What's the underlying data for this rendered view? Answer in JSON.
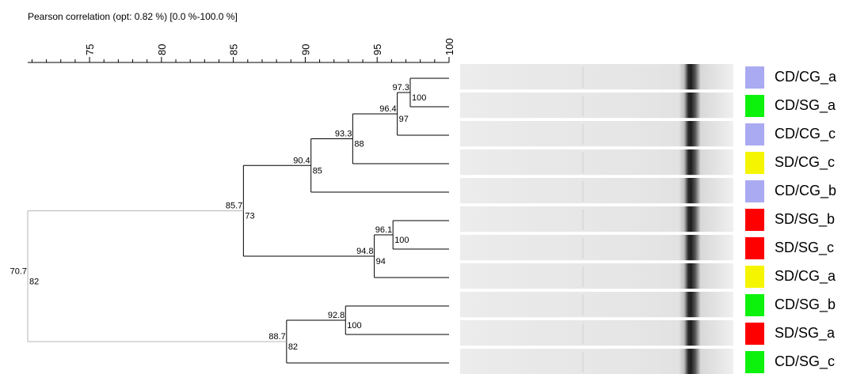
{
  "title": "Pearson correlation (opt: 0.82 %) [0.0 %-100.0 %]",
  "axis": {
    "ticks": [
      "75",
      "80",
      "85",
      "90",
      "95",
      "100"
    ]
  },
  "nodes": [
    {
      "id": "n1",
      "similarity": "97.3",
      "support": "100"
    },
    {
      "id": "n2",
      "similarity": "96.4",
      "support": "97"
    },
    {
      "id": "n3",
      "similarity": "93.3",
      "support": "88"
    },
    {
      "id": "n4",
      "similarity": "90.4",
      "support": "85"
    },
    {
      "id": "n5",
      "similarity": "96.1",
      "support": "100"
    },
    {
      "id": "n6",
      "similarity": "94.8",
      "support": "94"
    },
    {
      "id": "n7",
      "similarity": "85.7",
      "support": "73"
    },
    {
      "id": "n8",
      "similarity": "92.8",
      "support": "100"
    },
    {
      "id": "n9",
      "similarity": "88.7",
      "support": "82"
    },
    {
      "id": "n10",
      "similarity": "70.7",
      "support": "82"
    }
  ],
  "samples": [
    {
      "label": "CD/CG_a",
      "color": "#aaaaf2"
    },
    {
      "label": "CD/SG_a",
      "color": "#0df20d"
    },
    {
      "label": "CD/CG_c",
      "color": "#aaaaf2"
    },
    {
      "label": "SD/CG_c",
      "color": "#f5f500"
    },
    {
      "label": "CD/CG_b",
      "color": "#aaaaf2"
    },
    {
      "label": "SD/SG_b",
      "color": "#fe0000"
    },
    {
      "label": "SD/SG_c",
      "color": "#fe0000"
    },
    {
      "label": "SD/CG_a",
      "color": "#f5f500"
    },
    {
      "label": "CD/SG_b",
      "color": "#0df20d"
    },
    {
      "label": "SD/SG_a",
      "color": "#fe0000"
    },
    {
      "label": "CD/SG_c",
      "color": "#0df20d"
    }
  ],
  "colors": {
    "branch": "#000000",
    "root_branch": "#b4b4b4",
    "gel_background": "#ececec",
    "gel_band": "#1e1e1e"
  }
}
